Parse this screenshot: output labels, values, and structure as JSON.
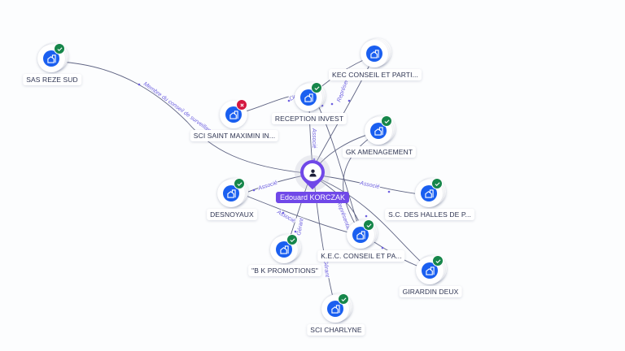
{
  "center": {
    "name": "Edouard KORCZAK",
    "icon": "person-icon",
    "color": "#7048e8"
  },
  "colors": {
    "company": "#1a5ff0",
    "active": "#16864a",
    "inactive": "#d4173f",
    "edge": "#5f6483",
    "edge_label": "#6d5fe0"
  },
  "nodes": [
    {
      "id": "sas-reze-sud",
      "label": "SAS REZE SUD",
      "status": "active",
      "icon": "company-icon"
    },
    {
      "id": "kec-conseil-parti",
      "label": "KEC CONSEIL ET PARTI...",
      "status": "none",
      "icon": "company-icon"
    },
    {
      "id": "reception-invest",
      "label": "RECEPTION INVEST",
      "status": "active",
      "icon": "company-icon"
    },
    {
      "id": "sci-saint-maximin",
      "label": "SCI SAINT MAXIMIN IN...",
      "status": "inactive",
      "icon": "company-icon"
    },
    {
      "id": "gk-amenagement",
      "label": "GK AMENAGEMENT",
      "status": "active",
      "icon": "company-icon"
    },
    {
      "id": "desnoyaux",
      "label": "DESNOYAUX",
      "status": "active",
      "icon": "company-icon"
    },
    {
      "id": "sc-des-halles",
      "label": "S.C. DES HALLES DE P...",
      "status": "active",
      "icon": "company-icon"
    },
    {
      "id": "bk-promotions",
      "label": "\"B K PROMOTIONS\"",
      "status": "active",
      "icon": "company-icon"
    },
    {
      "id": "kec-conseil-pa",
      "label": "K.E.C. CONSEIL ET PA...",
      "status": "active",
      "icon": "company-icon"
    },
    {
      "id": "girardin-deux",
      "label": "GIRARDIN DEUX",
      "status": "active",
      "icon": "company-icon"
    },
    {
      "id": "sci-charlyne",
      "label": "SCI CHARLYNE",
      "status": "active",
      "icon": "company-icon"
    }
  ],
  "edge_labels": {
    "membre": "Membre du conseil de surveillance",
    "liquidateur": "Liquidateur",
    "associe": "Associé",
    "representant": "Représentant",
    "gerant": "Gérant"
  }
}
